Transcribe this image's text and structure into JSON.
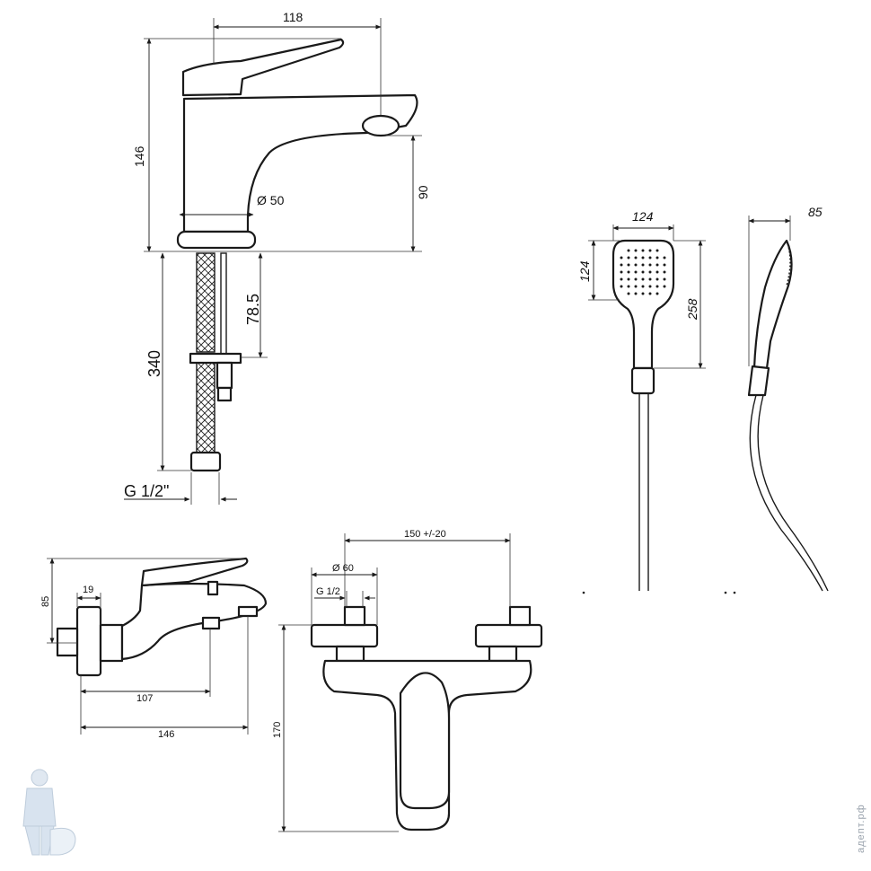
{
  "basin_mixer": {
    "dim_width": "118",
    "dim_height": "146",
    "dim_spout_height": "90",
    "dim_base_diameter": "Ø 50",
    "dim_hose_offset": "78.5",
    "dim_hose_length": "340",
    "thread": "G 1/2\""
  },
  "hand_shower": {
    "dim_head_width": "124",
    "dim_head_height": "124",
    "dim_total_length": "258",
    "dim_depth": "85"
  },
  "bath_mixer_side": {
    "dim_height": "85",
    "dim_wall": "19",
    "dim_spout_reach": "107",
    "dim_total_depth": "146"
  },
  "bath_mixer_front": {
    "dim_center_distance": "150 +/-20",
    "dim_flange_diameter": "Ø 60",
    "thread": "G 1/2",
    "dim_height": "170"
  },
  "watermark": {
    "text": "адепт.рф"
  }
}
